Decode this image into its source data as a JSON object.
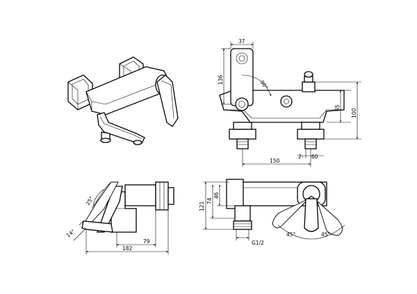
{
  "front_view": {
    "dim_top": "37",
    "dim_left": "136",
    "dim_angle": "90°",
    "dim_right_inner": "65",
    "dim_right_outer": "100",
    "dim_bottom": "150",
    "dim_connection": "2-",
    "dim_connection_right": "60"
  },
  "side_view": {
    "dim_angle_top": "25°",
    "dim_angle_bottom": "14°",
    "dim_inner": "79",
    "dim_outer": "182"
  },
  "top_view": {
    "dim_left_outer": "121",
    "dim_left_mid": "74",
    "dim_left_inner": "46",
    "dim_thread": "G1/2",
    "dim_angle_left": "45°",
    "dim_angle_right": "45°"
  }
}
